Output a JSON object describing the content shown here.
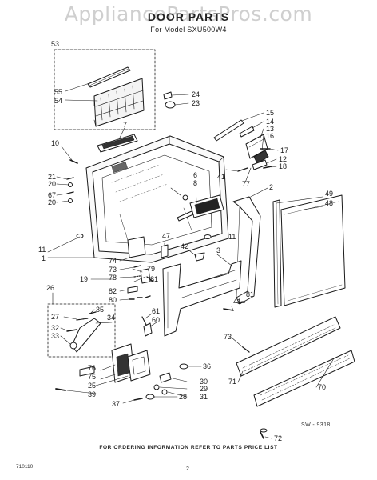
{
  "watermark": "AppliancePartsPros.com",
  "header": {
    "title": "DOOR PARTS",
    "subtitle": "For Model SXU500W4"
  },
  "callouts": [
    {
      "id": "c53",
      "text": "53"
    },
    {
      "id": "c55",
      "text": "55"
    },
    {
      "id": "c54",
      "text": "54"
    },
    {
      "id": "c24",
      "text": "24"
    },
    {
      "id": "c23",
      "text": "23"
    },
    {
      "id": "c7",
      "text": "7"
    },
    {
      "id": "c10",
      "text": "10"
    },
    {
      "id": "c15",
      "text": "15"
    },
    {
      "id": "c14",
      "text": "14"
    },
    {
      "id": "c13",
      "text": "13"
    },
    {
      "id": "c16",
      "text": "16"
    },
    {
      "id": "c17",
      "text": "17"
    },
    {
      "id": "c12",
      "text": "12"
    },
    {
      "id": "c18",
      "text": "18"
    },
    {
      "id": "c21",
      "text": "21"
    },
    {
      "id": "c20a",
      "text": "20"
    },
    {
      "id": "c67",
      "text": "67"
    },
    {
      "id": "c20b",
      "text": "20"
    },
    {
      "id": "c6",
      "text": "6"
    },
    {
      "id": "c8",
      "text": "8"
    },
    {
      "id": "c41a",
      "text": "41"
    },
    {
      "id": "c77",
      "text": "77"
    },
    {
      "id": "c2",
      "text": "2"
    },
    {
      "id": "c49",
      "text": "49"
    },
    {
      "id": "c48",
      "text": "48"
    },
    {
      "id": "c47",
      "text": "47"
    },
    {
      "id": "c11a",
      "text": "11"
    },
    {
      "id": "c11b",
      "text": "11"
    },
    {
      "id": "c1",
      "text": "1"
    },
    {
      "id": "c42",
      "text": "42"
    },
    {
      "id": "c3",
      "text": "3"
    },
    {
      "id": "c74",
      "text": "74"
    },
    {
      "id": "c73a",
      "text": "73"
    },
    {
      "id": "c79",
      "text": "79"
    },
    {
      "id": "c78",
      "text": "78"
    },
    {
      "id": "c81a",
      "text": "81"
    },
    {
      "id": "c19",
      "text": "19"
    },
    {
      "id": "c82",
      "text": "82"
    },
    {
      "id": "c80",
      "text": "80"
    },
    {
      "id": "c26",
      "text": "26"
    },
    {
      "id": "c35",
      "text": "35"
    },
    {
      "id": "c27",
      "text": "27"
    },
    {
      "id": "c34",
      "text": "34"
    },
    {
      "id": "c32",
      "text": "32"
    },
    {
      "id": "c33",
      "text": "33"
    },
    {
      "id": "c81b",
      "text": "81"
    },
    {
      "id": "c41b",
      "text": "41"
    },
    {
      "id": "c61",
      "text": "61"
    },
    {
      "id": "c60",
      "text": "60"
    },
    {
      "id": "c73b",
      "text": "73"
    },
    {
      "id": "c76",
      "text": "76"
    },
    {
      "id": "c75",
      "text": "75"
    },
    {
      "id": "c25",
      "text": "25"
    },
    {
      "id": "c39",
      "text": "39"
    },
    {
      "id": "c36",
      "text": "36"
    },
    {
      "id": "c30",
      "text": "30"
    },
    {
      "id": "c29",
      "text": "29"
    },
    {
      "id": "c31",
      "text": "31"
    },
    {
      "id": "c28",
      "text": "28"
    },
    {
      "id": "c37",
      "text": "37"
    },
    {
      "id": "c71",
      "text": "71"
    },
    {
      "id": "c70",
      "text": "70"
    },
    {
      "id": "c72",
      "text": "72"
    }
  ],
  "figure_code": "SW - 9318",
  "footer": {
    "ordering_note": "FOR ORDERING INFORMATION REFER TO PARTS PRICE LIST",
    "left_code": "710110",
    "page_number": "2"
  }
}
